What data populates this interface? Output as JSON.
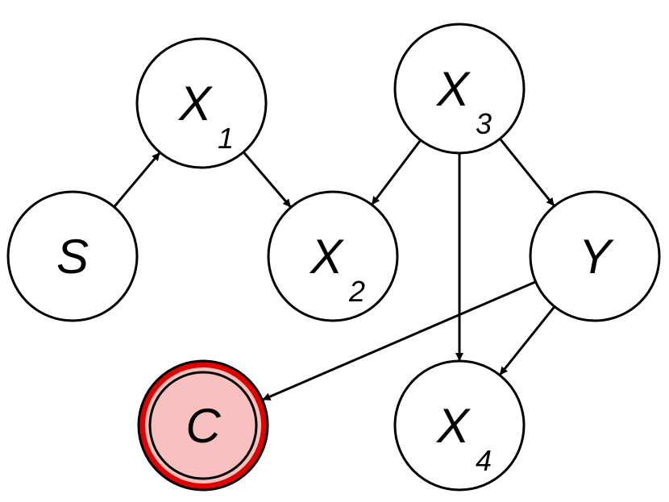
{
  "diagram": {
    "type": "directed-graph",
    "colors": {
      "node_fill": "#ffffff",
      "node_stroke": "#000000",
      "highlight_fill": "#f9c0c0",
      "highlight_stroke": "#e00000",
      "edge": "#000000"
    },
    "nodes": [
      {
        "id": "S",
        "label": "S",
        "sub": "",
        "highlight": false
      },
      {
        "id": "X1",
        "label": "X",
        "sub": "1",
        "highlight": false
      },
      {
        "id": "X2",
        "label": "X",
        "sub": "2",
        "highlight": false
      },
      {
        "id": "X3",
        "label": "X",
        "sub": "3",
        "highlight": false
      },
      {
        "id": "Y",
        "label": "Y",
        "sub": "",
        "highlight": false
      },
      {
        "id": "C",
        "label": "C",
        "sub": "",
        "highlight": true
      },
      {
        "id": "X4",
        "label": "X",
        "sub": "4",
        "highlight": false
      }
    ],
    "edges": [
      {
        "from": "S",
        "to": "X1"
      },
      {
        "from": "X1",
        "to": "X2"
      },
      {
        "from": "X3",
        "to": "X2"
      },
      {
        "from": "X3",
        "to": "Y"
      },
      {
        "from": "X3",
        "to": "X4"
      },
      {
        "from": "Y",
        "to": "C"
      },
      {
        "from": "Y",
        "to": "X4"
      }
    ]
  }
}
